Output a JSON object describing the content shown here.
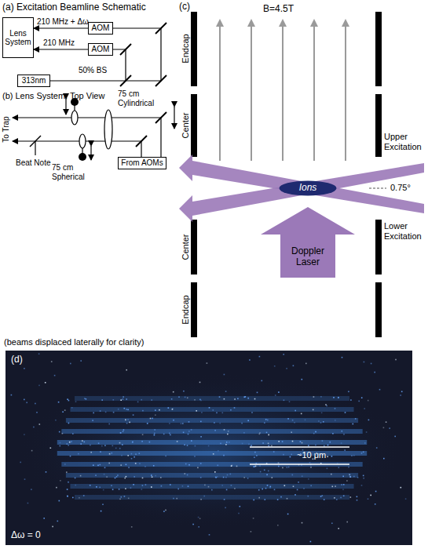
{
  "diagram": {
    "nodes": [
      {
        "text": [
          "Lens System"
        ]
      },
      {
        "text": [
          "AOM"
        ]
      },
      {
        "text": [
          "AOM"
        ]
      },
      {
        "text": [
          "313nm"
        ]
      },
      {
        "text": [
          "From AOMs"
        ]
      },
      {
        "text": [
          "Ions"
        ]
      },
      {
        "text": [
          "Doppler Laser"
        ]
      }
    ],
    "edges": [
      {
        "from": 1,
        "to": 0,
        "arrow": "to"
      },
      {
        "from": 2,
        "to": 0,
        "arrow": "to"
      }
    ],
    "labels": [
      "(a) Excitation Beamline Schematic",
      "210 MHz + Δω",
      "210 MHz",
      "50% BS",
      "(b) Lens System: Top View",
      "Beat Note",
      "To Trap",
      "75 cm Cylindrical",
      "75 cm Spherical",
      "(c)",
      "B=4.5T",
      "Endcap",
      "Center",
      "Upper Excitation",
      "Center",
      "Lower Excitation",
      "Endcap",
      "0.75°",
      "(beams displaced laterally for clarity)",
      "(d)",
      "~10 μm",
      "Δω = 0"
    ]
  }
}
